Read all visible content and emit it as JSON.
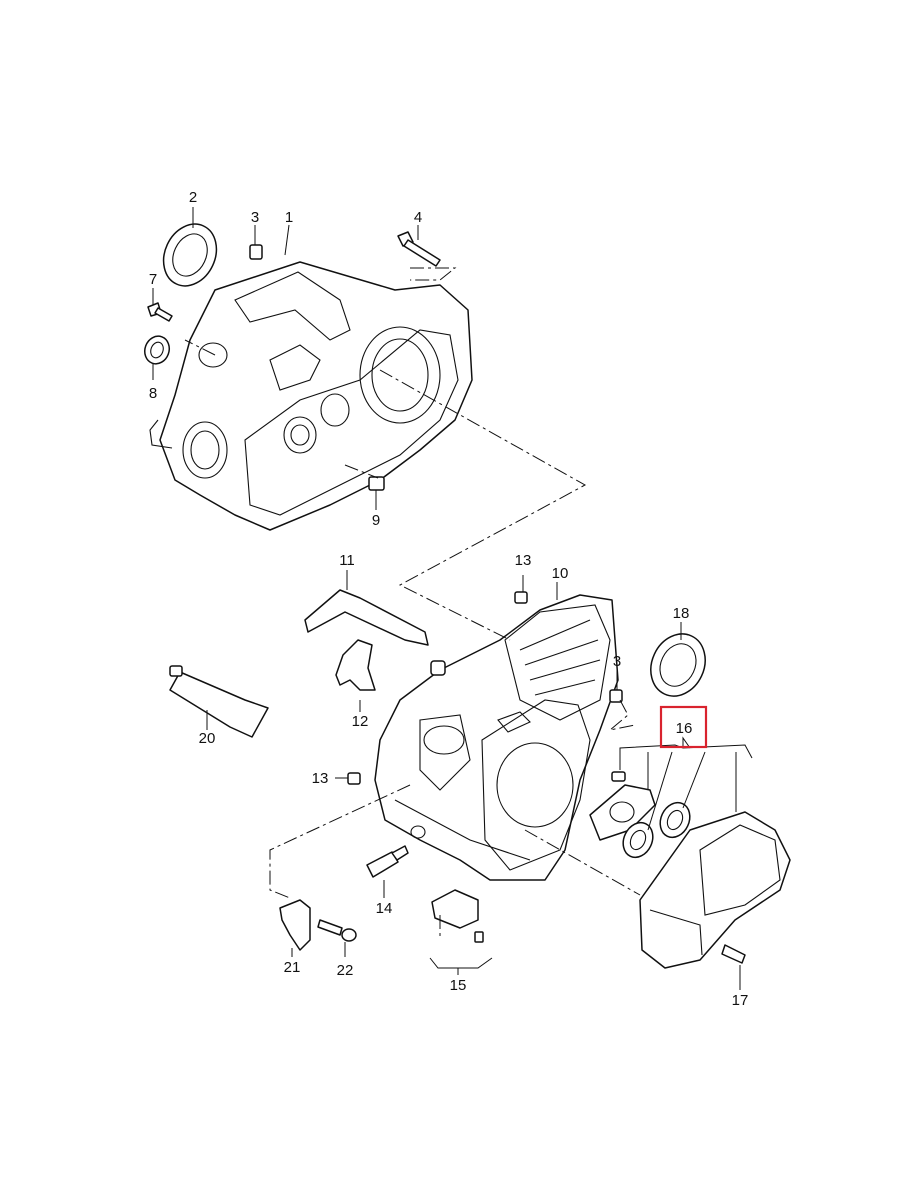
{
  "callouts": {
    "c1": "1",
    "c2": "2",
    "c3a": "3",
    "c3b": "3",
    "c4": "4",
    "c7": "7",
    "c8": "8",
    "c9": "9",
    "c10": "10",
    "c11": "11",
    "c12": "12",
    "c13a": "13",
    "c13b": "13",
    "c14": "14",
    "c15": "15",
    "c16": "16",
    "c17": "17",
    "c18": "18",
    "c20": "20",
    "c21": "21",
    "c22": "22"
  },
  "highlight": {
    "callout": "16",
    "color": "#d9232e"
  }
}
